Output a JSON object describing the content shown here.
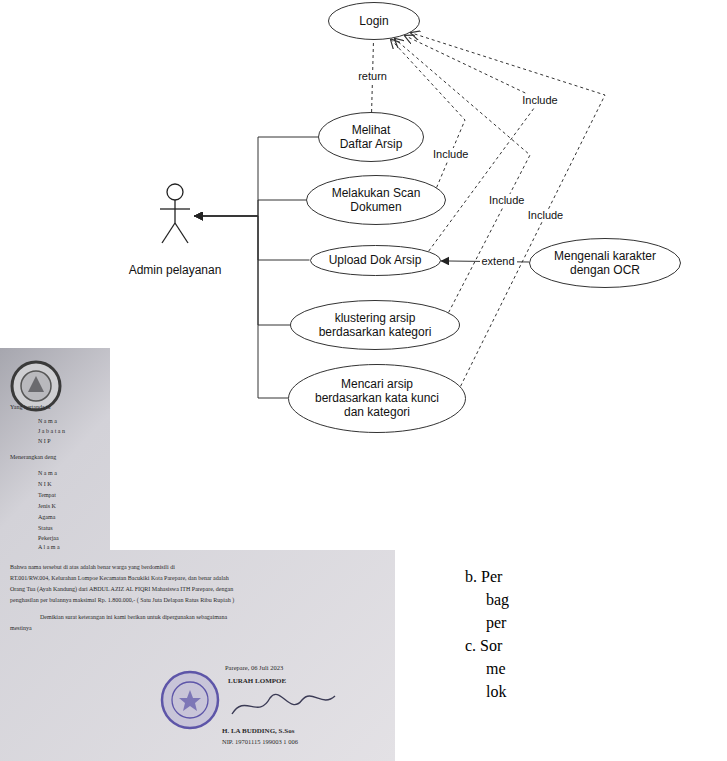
{
  "diagram": {
    "nodes": [
      {
        "text": [
          "Login"
        ]
      },
      {
        "text": [
          "Melihat Daftar Arsip"
        ]
      },
      {
        "text": [
          "Melakukan Scan Dokumen"
        ]
      },
      {
        "text": [
          "Upload Dok Arsip"
        ]
      },
      {
        "text": [
          "klustering arsip berdasarkan kategori"
        ]
      },
      {
        "text": [
          "Mencari arsip berdasarkan kata kunci dan kategori"
        ]
      },
      {
        "text": [
          "Mengenali karakter dengan OCR"
        ]
      },
      {
        "text": [
          "Admin pelayanan"
        ]
      }
    ],
    "edges": [
      {
        "from": 1,
        "to": 0,
        "arrow": "none",
        "label": "return"
      },
      {
        "from": 2,
        "to": 0,
        "arrow": "to",
        "label": "Include"
      },
      {
        "from": 3,
        "to": 0,
        "arrow": "to",
        "label": "Include"
      },
      {
        "from": 4,
        "to": 0,
        "arrow": "to",
        "label": "Include"
      },
      {
        "from": 5,
        "to": 0,
        "arrow": "to",
        "label": "Include"
      },
      {
        "from": 1,
        "to": 7,
        "arrow": "to"
      },
      {
        "from": 2,
        "to": 7,
        "arrow": "to"
      },
      {
        "from": 3,
        "to": 7,
        "arrow": "to"
      },
      {
        "from": 4,
        "to": 7,
        "arrow": "to"
      },
      {
        "from": 5,
        "to": 7,
        "arrow": "to"
      },
      {
        "from": 6,
        "to": 3,
        "arrow": "to",
        "label": "extend"
      }
    ],
    "labels": [
      "Yang bertanda ta",
      "N a m a",
      "J a b a t a n",
      "N I P",
      "Menerangkan deng",
      "N a m a",
      "N I K",
      "Tempat",
      "Jenis K",
      "Agama",
      "Status",
      "Pekerjaa",
      "A l a m a",
      "Bahwa nama tersebut di atas adalah benar warga yang berdomisili di",
      "RT.001/RW.004, Kelurahan Lompoe Kecamatan Bacukiki Kota Parepare, dan benar adalah",
      "Orang Tua (Ayah Kandung) dari ABDUL AZIZ AL FIQRI Mahasiswa ITH Parepare, dengan",
      "penghasilan per bulannya maksimal Rp. 1.800.000,- ( Satu Juta Delapan Ratus Ribu Rupiah )",
      "Demikian surat keterangan ini kami berikan untuk dipergunakan sebagaimana",
      "mestinya",
      "Parepare, 06 Juli 2023",
      "LURAH LOMPOE",
      "H. LA BUDDING, S.Sos",
      "NIP. 19701115 199003 1 006",
      "b. Per",
      "bag",
      "per",
      "c. Sor",
      "me",
      "lok"
    ]
  }
}
